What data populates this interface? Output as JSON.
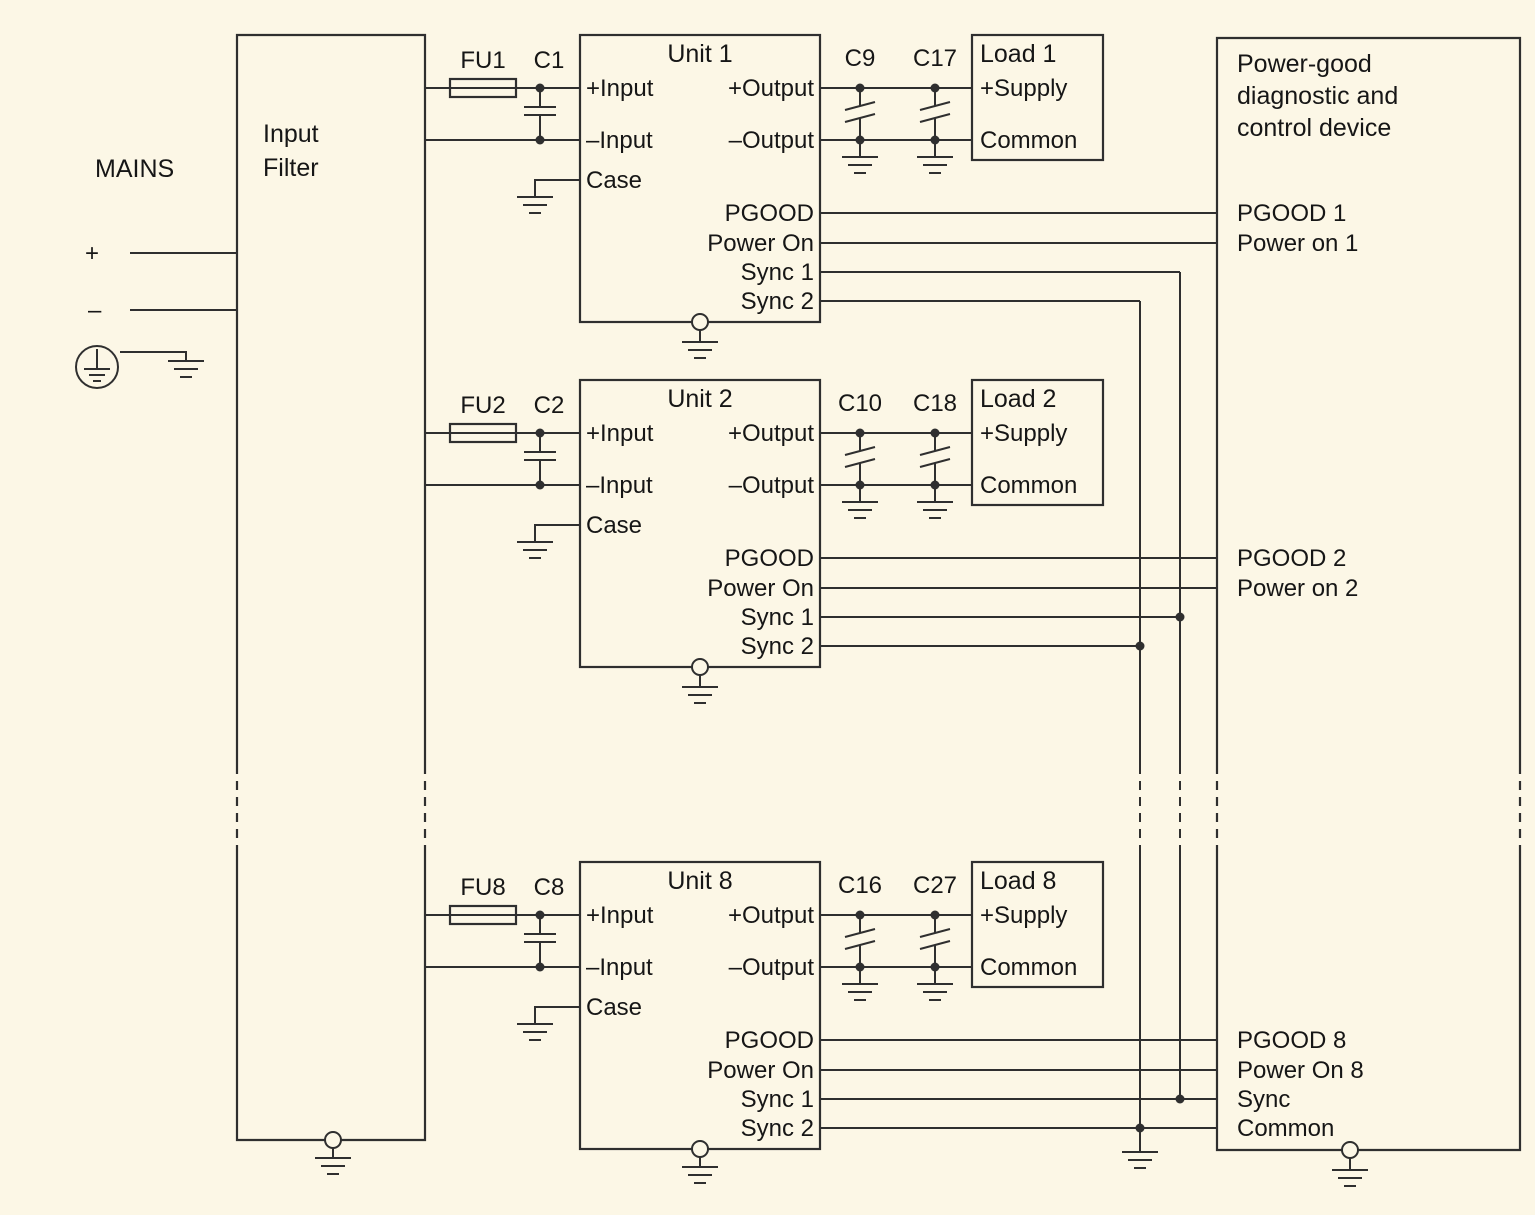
{
  "colors": {
    "background": "#fcf7e6",
    "line": "#2f2f2f",
    "text": "#161616"
  },
  "mains": {
    "label": "MAINS",
    "plus": "+",
    "minus": "–"
  },
  "input_filter": {
    "line1": "Input",
    "line2": "Filter"
  },
  "control_device": {
    "title_line1": "Power-good",
    "title_line2": "diagnostic and",
    "title_line3": "control device"
  },
  "units": [
    {
      "name": "Unit 1",
      "fuse": "FU1",
      "input_cap": "C1",
      "output_cap1": "C9",
      "output_cap2": "C17",
      "pin_pos_input": "+Input",
      "pin_neg_input": "–Input",
      "pin_case": "Case",
      "pin_pos_output": "+Output",
      "pin_neg_output": "–Output",
      "sig_pgood": "PGOOD",
      "sig_power_on": "Power On",
      "sig_sync1": "Sync 1",
      "sig_sync2": "Sync 2",
      "load": {
        "name": "Load 1",
        "supply": "+Supply",
        "common": "Common"
      },
      "ctrl": {
        "pgood": "PGOOD 1",
        "power_on": "Power on 1"
      }
    },
    {
      "name": "Unit 2",
      "fuse": "FU2",
      "input_cap": "C2",
      "output_cap1": "C10",
      "output_cap2": "C18",
      "pin_pos_input": "+Input",
      "pin_neg_input": "–Input",
      "pin_case": "Case",
      "pin_pos_output": "+Output",
      "pin_neg_output": "–Output",
      "sig_pgood": "PGOOD",
      "sig_power_on": "Power On",
      "sig_sync1": "Sync 1",
      "sig_sync2": "Sync 2",
      "load": {
        "name": "Load 2",
        "supply": "+Supply",
        "common": "Common"
      },
      "ctrl": {
        "pgood": "PGOOD 2",
        "power_on": "Power on 2"
      }
    },
    {
      "name": "Unit 8",
      "fuse": "FU8",
      "input_cap": "C8",
      "output_cap1": "C16",
      "output_cap2": "C27",
      "pin_pos_input": "+Input",
      "pin_neg_input": "–Input",
      "pin_case": "Case",
      "pin_pos_output": "+Output",
      "pin_neg_output": "–Output",
      "sig_pgood": "PGOOD",
      "sig_power_on": "Power On",
      "sig_sync1": "Sync 1",
      "sig_sync2": "Sync 2",
      "load": {
        "name": "Load 8",
        "supply": "+Supply",
        "common": "Common"
      },
      "ctrl": {
        "pgood": "PGOOD 8",
        "power_on": "Power On 8",
        "sync": "Sync",
        "common": "Common"
      }
    }
  ]
}
